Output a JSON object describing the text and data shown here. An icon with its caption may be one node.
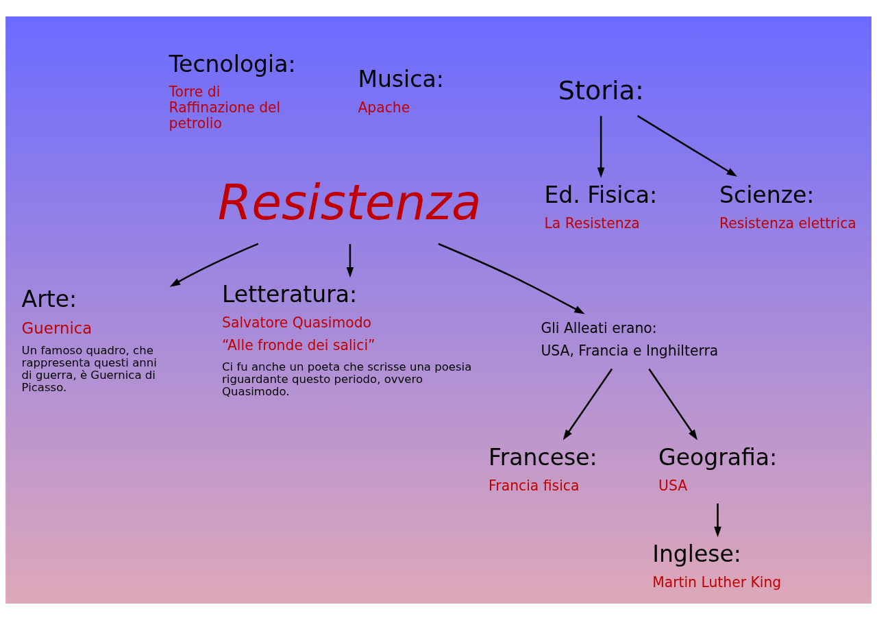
{
  "diagram": {
    "nodes": [
      {
        "text": [
          "Scienze:",
          "Resistenza elettrica"
        ]
      },
      {
        "text": [
          "Ed. Fisica:",
          "La Resistenza"
        ]
      },
      {
        "text": [
          "Arte:",
          "Guernica",
          "Un famoso quadro, che rappresenta questi anni di guerra, è Guernica di Picasso."
        ]
      },
      {
        "text": [
          "Tecnologia:",
          "Torre di Raffinazione del petrolio"
        ]
      },
      {
        "text": [
          "Storia:"
        ]
      },
      {
        "text": [
          "Resistenza"
        ]
      },
      {
        "text": [
          "Letteratura:",
          "Salvatore Quasimodo",
          "“Alle fronde dei salici”",
          "Ci fu anche un poeta che scrisse una poesia riguardante questo periodo, ovvero Quasimodo."
        ]
      },
      {
        "text": [
          "Musica:",
          "Apache"
        ]
      },
      {
        "text": [
          "Gli Alleati erano:",
          "USA, Francia e Inghilterra"
        ]
      },
      {
        "text": [
          "Inglese:",
          "Martin Luther King"
        ]
      },
      {
        "text": [
          "Francese:",
          "Francia fisica"
        ]
      },
      {
        "text": [
          "Geografia:",
          "USA"
        ]
      }
    ],
    "edges": [
      {
        "from": 4,
        "to": 0,
        "arrow": "to"
      },
      {
        "from": 4,
        "to": 1,
        "arrow": "to"
      },
      {
        "from": 5,
        "to": 2,
        "arrow": "to"
      },
      {
        "from": 5,
        "to": 6,
        "arrow": "to"
      },
      {
        "from": 5,
        "to": 8,
        "arrow": "to"
      },
      {
        "from": 8,
        "to": 11,
        "arrow": "to"
      },
      {
        "from": 8,
        "to": 10,
        "arrow": "to"
      },
      {
        "from": 11,
        "to": 9,
        "arrow": "to"
      }
    ]
  }
}
